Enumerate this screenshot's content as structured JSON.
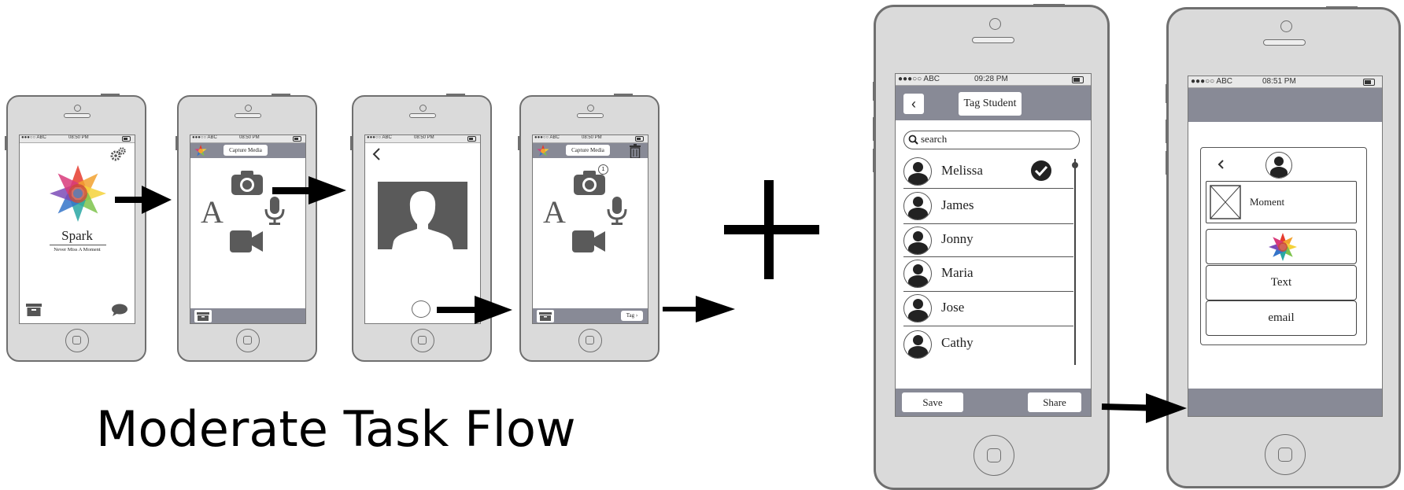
{
  "flow_title": "Moderate Task Flow",
  "status_bar": {
    "carrier": "●●●○○ ABC",
    "time_default": "08:50 PM",
    "time_tag": "09:28 PM",
    "time_share": "08:51 PM"
  },
  "screen1": {
    "app_name": "Spark",
    "tagline": "Never Miss A Moment"
  },
  "screen2": {
    "header": "Capture Media"
  },
  "screen4": {
    "header": "Capture Media",
    "badge": "1",
    "tag_button": "Tag"
  },
  "screen5": {
    "header": "Tag Student",
    "search_placeholder": "search",
    "students": [
      "Melissa",
      "James",
      "Jonny",
      "Maria",
      "Jose",
      "Cathy"
    ],
    "save": "Save",
    "share": "Share"
  },
  "screen6": {
    "moment": "Moment",
    "text": "Text",
    "email": "email"
  },
  "colors": {
    "gray_bar": "#888a96",
    "phone_body": "#dadada",
    "icon_gray": "#5a5a5a"
  }
}
